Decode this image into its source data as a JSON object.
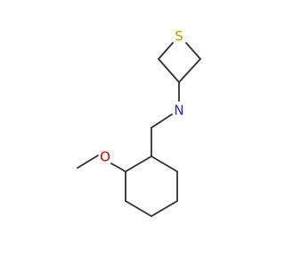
{
  "molecule": {
    "atoms": {
      "sulfur": {
        "symbol": "S",
        "color": "#b2a000"
      },
      "nitrogen": {
        "symbol": "N",
        "color": "#2323d8"
      },
      "oxygen": {
        "symbol": "O",
        "color": "#e00000"
      }
    },
    "bond_color": "#303030"
  }
}
